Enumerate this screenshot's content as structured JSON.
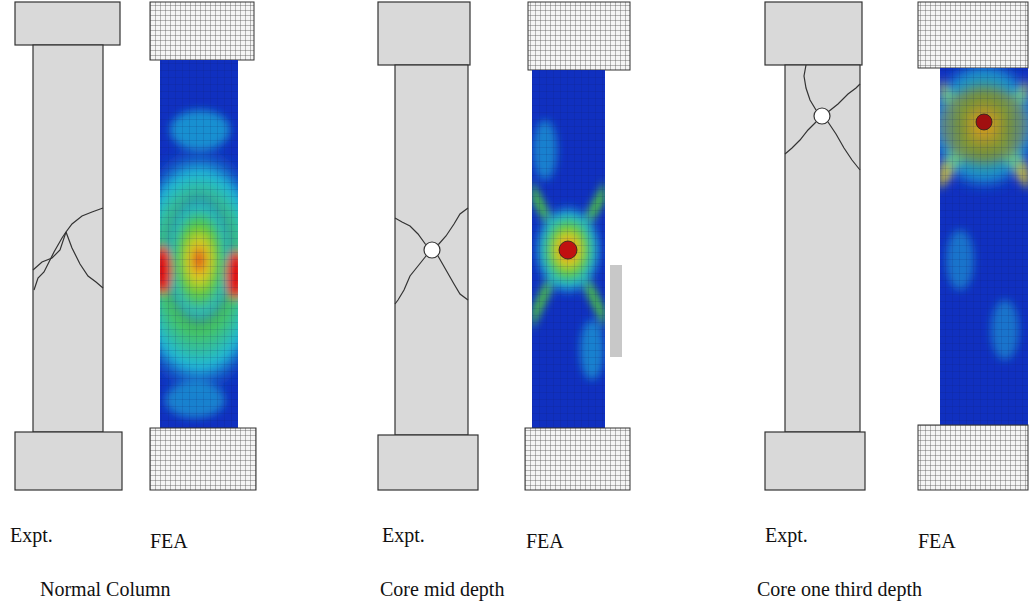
{
  "diagram": {
    "labels": [
      "Expt.",
      "FEA",
      "Expt.",
      "FEA",
      "Expt.",
      "FEA",
      "Normal Column",
      "Core mid depth",
      "Core one third depth"
    ]
  }
}
